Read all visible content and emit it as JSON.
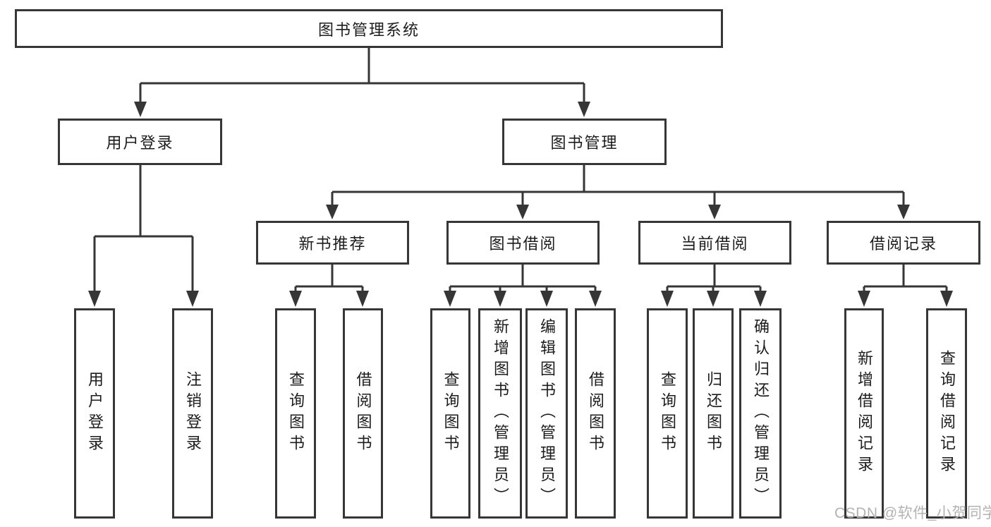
{
  "title_node": "图书管理系统",
  "branches": {
    "user_login": {
      "label": "用户登录",
      "children": [
        "用户登录",
        "注销登录"
      ]
    },
    "book_management": {
      "label": "图书管理",
      "children": {
        "new_book_recommend": {
          "label": "新书推荐",
          "children": [
            "查询图书",
            "借阅图书"
          ]
        },
        "book_borrow": {
          "label": "图书借阅",
          "children": [
            "查询图书",
            "新增图书（管理员）",
            "编辑图书（管理员）",
            "借阅图书"
          ]
        },
        "current_borrow": {
          "label": "当前借阅",
          "children": [
            "查询图书",
            "归还图书",
            "确认归还（管理员）"
          ]
        },
        "borrow_records": {
          "label": "借阅记录",
          "children": [
            "新增借阅记录",
            "查询借阅记录"
          ]
        }
      }
    }
  },
  "watermark": {
    "text": "CSDN @软件_小贺同学"
  },
  "colors": {
    "line": "#363636",
    "box_border": "#363636",
    "text": "#1c1c1c",
    "watermark": "#b3b3b3",
    "background": "#ffffff"
  }
}
